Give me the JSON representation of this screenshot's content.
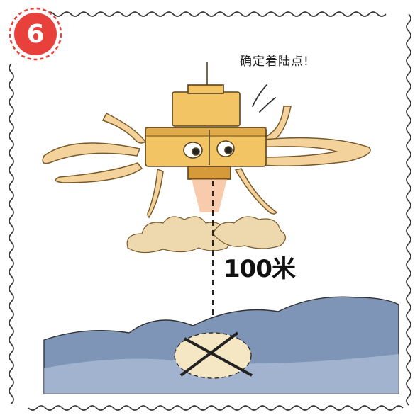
{
  "step": {
    "number": "6"
  },
  "speech": {
    "text": "确定着陆点!"
  },
  "measurement": {
    "label": "100米"
  },
  "colors": {
    "badge": "#e8413b",
    "badge_ring": "#e8413b",
    "lander_body": "#f2c463",
    "lander_shadow": "#d69a3a",
    "legs": "#f4d29b",
    "smoke": "#eed9ae",
    "ground": "#7e95b8",
    "ground_light": "#b9c8dc",
    "landing_zone": "#f5e7c4",
    "frame": "#333333"
  }
}
